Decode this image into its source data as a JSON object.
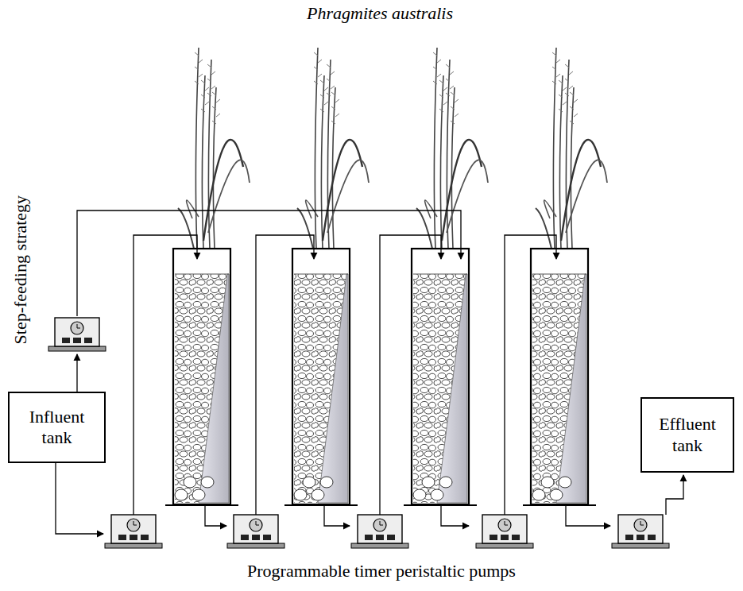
{
  "diagram": {
    "title": "Phragmites australis",
    "nodes": [
      {
        "text": [
          "Influent tank"
        ]
      },
      {
        "text": [
          "Effluent tank"
        ]
      }
    ],
    "labels": [
      "Step-feeding strategy",
      "Programmable timer peristaltic pumps"
    ]
  }
}
